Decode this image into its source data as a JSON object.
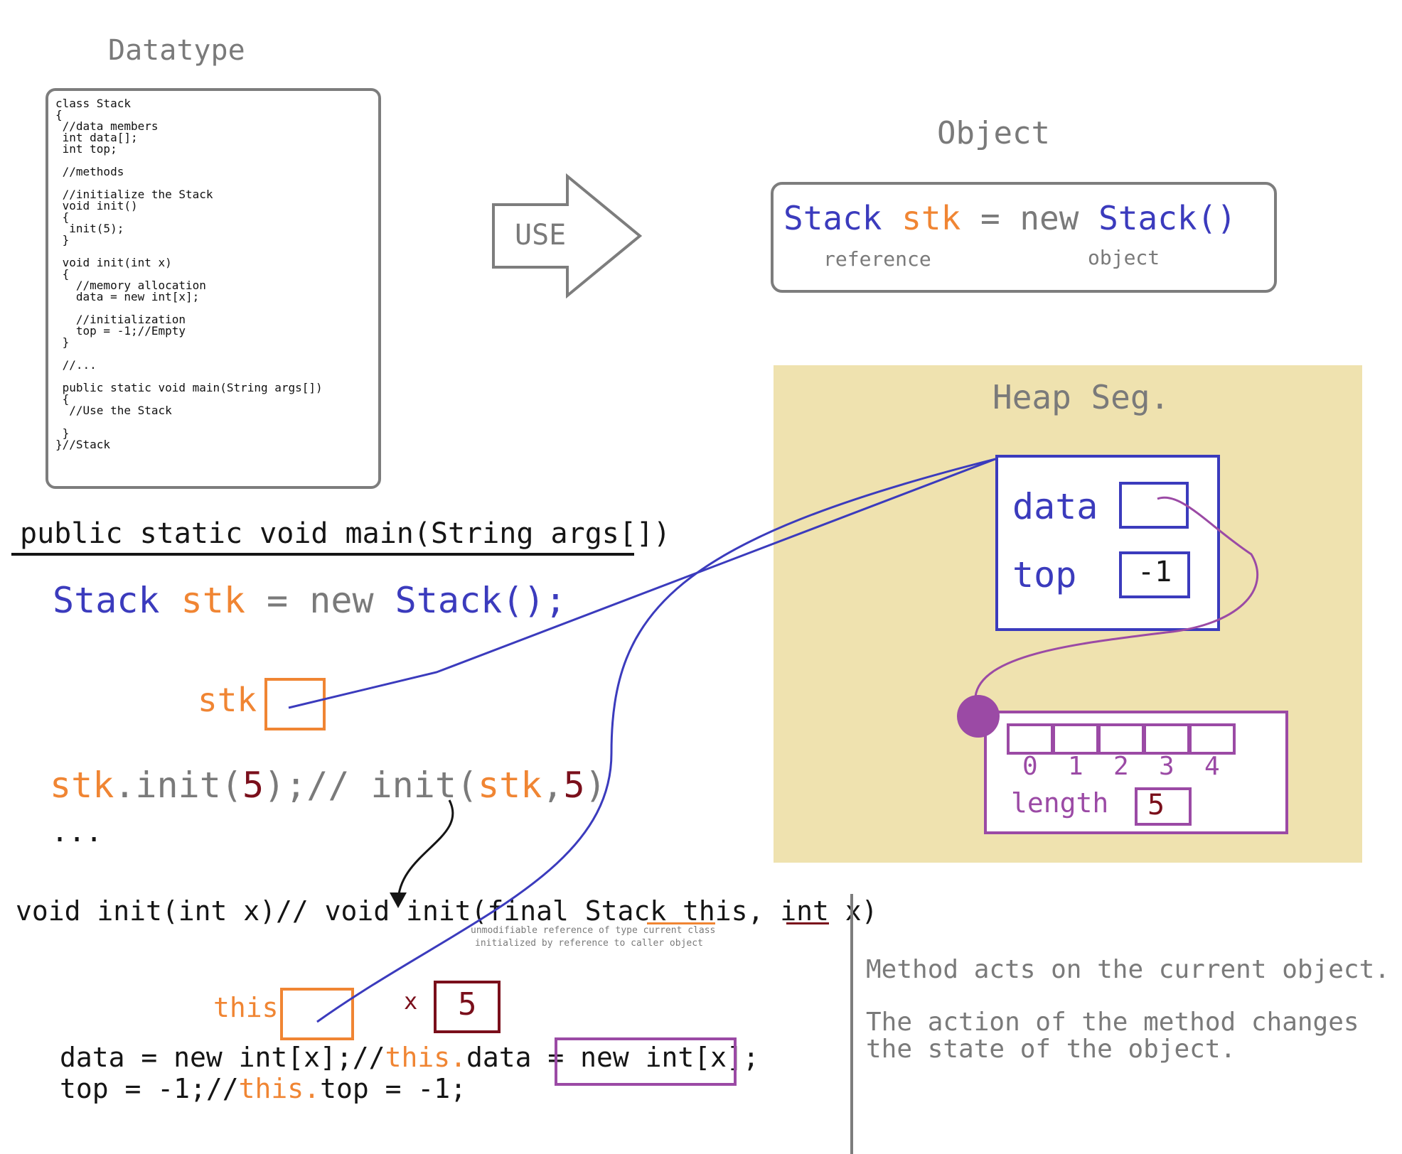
{
  "datatype": {
    "title": "Datatype",
    "code": "class Stack\n{\n //data members\n int data[];\n int top;\n\n //methods\n\n //initialize the Stack\n void init()\n {\n  init(5);\n }\n\n void init(int x)\n {\n   //memory allocation\n   data = new int[x];\n\n   //initialization\n   top = -1;//Empty\n }\n\n //...\n\n public static void main(String args[])\n {\n  //Use the Stack\n\n }\n}//Stack"
  },
  "use_arrow": {
    "label": "USE"
  },
  "object_section": {
    "title": "Object",
    "line": {
      "type": "Stack",
      "ref": "stk",
      "op": " = new ",
      "ctor": "Stack()"
    },
    "reference_label": "reference",
    "object_label": "object"
  },
  "heap": {
    "title": "Heap Seg.",
    "data_label": "data",
    "top_label": "top",
    "top_value": "-1",
    "array": {
      "indices": [
        "0",
        "1",
        "2",
        "3",
        "4"
      ],
      "length_label": "length",
      "length_value": "5"
    }
  },
  "main": {
    "signature": "public static void main(String args[])",
    "stmt1": {
      "type": "Stack",
      "ref": "stk",
      "op": " = new ",
      "ctor": "Stack();"
    },
    "stk_label": "stk",
    "stmt2": {
      "ref": "stk",
      "call": ".init(",
      "arg": "5",
      "close": ");// init(",
      "ref2": "stk",
      "comma": ",",
      "arg2": "5",
      "end": ")"
    },
    "ellipsis": "..."
  },
  "init_method": {
    "signature": "void init(int x)// void init(final Stack this, int x)",
    "note_line1": "unmodifiable reference of type current class",
    "note_line2": "initialized by reference to caller object",
    "this_label": "this",
    "x_label": "x",
    "x_value": "5",
    "stmt3": {
      "a": "data = new int[x];//",
      "this": "this.",
      "b": "data = ",
      "boxed": "new int[x];"
    },
    "stmt4": {
      "a": "top = -1;//",
      "this": "this.",
      "b": "top = -1;"
    }
  },
  "captions": {
    "line1": "Method acts on the current object.",
    "line2": "The action of the method changes",
    "line3": "the state of the object."
  },
  "colors": {
    "blue": "#3b3bbd",
    "orange": "#f08533",
    "maroon": "#7a0f1b",
    "purple": "#9b4aa5",
    "gray": "#7a7a7a",
    "heap_bg": "#efe2af"
  }
}
